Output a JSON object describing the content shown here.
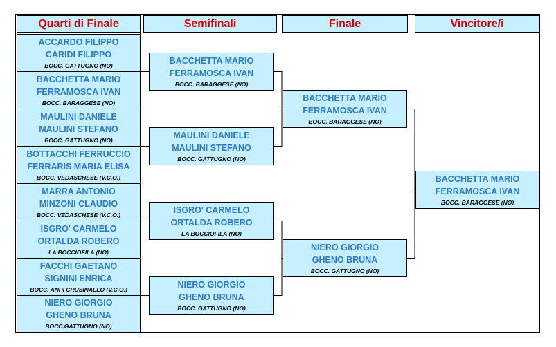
{
  "headers": {
    "quarters": "Quarti di Finale",
    "semis": "Semifinali",
    "final": "Finale",
    "winner": "Vincitore/i"
  },
  "quarters": [
    {
      "p1": "ACCARDO FILIPPO",
      "p2": "CARIDI FILIPPO",
      "club": "BOCC. GATTUGNO (NO)"
    },
    {
      "p1": "BACCHETTA MARIO",
      "p2": "FERRAMOSCA IVAN",
      "club": "BOCC. BARAGGESE (NO)"
    },
    {
      "p1": "MAULINI DANIELE",
      "p2": "MAULINI STEFANO",
      "club": "BOCC. GATTUGNO (NO)"
    },
    {
      "p1": "BOTTACCHI FERRUCCIO",
      "p2": "FERRARIS MARIA ELISA",
      "club": "BOCC. VEDASCHESE (V.C.O.)"
    },
    {
      "p1": "MARRA ANTONIO",
      "p2": "MINZONI CLAUDIO",
      "club": "BOCC. VEDASCHESE (V.C.O.)"
    },
    {
      "p1": "ISGRO' CARMELO",
      "p2": "ORTALDA ROBERO",
      "club": "LA BOCCIOFILA (NO)"
    },
    {
      "p1": "FACCHI GAETANO",
      "p2": "SIGNINI ENRICA",
      "club": "BOCC. ANPI CRUSINALLO (V.C.O.)"
    },
    {
      "p1": "NIERO GIORGIO",
      "p2": "GHENO BRUNA",
      "club": "BOCC.GATTUGNO (NO)"
    }
  ],
  "semis": [
    {
      "p1": "BACCHETTA MARIO",
      "p2": "FERRAMOSCA IVAN",
      "club": "BOCC. BARAGGESE (NO)"
    },
    {
      "p1": "MAULINI DANIELE",
      "p2": "MAULINI STEFANO",
      "club": "BOCC. GATTUGNO (NO)"
    },
    {
      "p1": "ISGRO' CARMELO",
      "p2": "ORTALDA ROBERO",
      "club": "LA BOCCIOFILA (NO)"
    },
    {
      "p1": "NIERO GIORGIO",
      "p2": "GHENO BRUNA",
      "club": "BOCC. GATTUGNO (NO)"
    }
  ],
  "final": [
    {
      "p1": "BACCHETTA MARIO",
      "p2": "FERRAMOSCA IVAN",
      "club": "BOCC. BARAGGESE (NO)"
    },
    {
      "p1": "NIERO GIORGIO",
      "p2": "GHENO BRUNA",
      "club": "BOCC. GATTUGNO (NO)"
    }
  ],
  "winner": {
    "p1": "BACCHETTA MARIO",
    "p2": "FERRAMOSCA IVAN",
    "club": "BOCC. BARAGGESE (NO)"
  },
  "colors": {
    "box_fill": "#c6efff",
    "header_text": "#e00000",
    "name_text": "#2e7bc4"
  }
}
